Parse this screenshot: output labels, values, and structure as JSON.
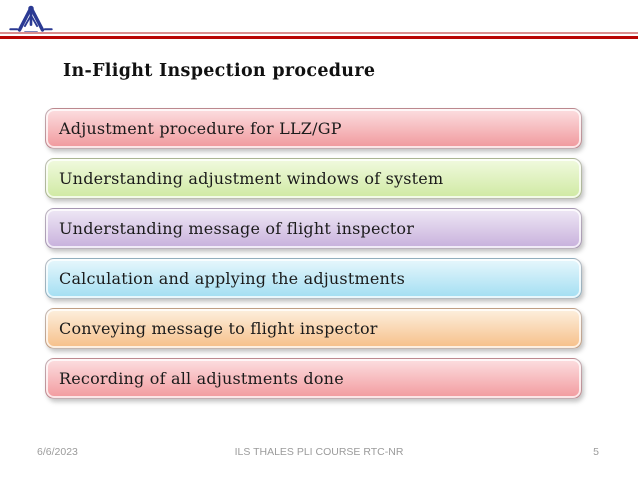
{
  "header": {
    "logo": "aai-airports-authority-of-india-logo",
    "logo_color": "#2b3a93",
    "rule_light_color": "#dc8f8f",
    "rule_dark_color": "#b90504",
    "title": "In-Flight Inspection procedure"
  },
  "boxes": [
    {
      "label": "Adjustment procedure for LLZ/GP",
      "color_top": "#fcdfe1",
      "color_bottom": "#f0989c"
    },
    {
      "label": "Understanding adjustment windows of system",
      "color_top": "#f1fadf",
      "color_bottom": "#cfe9a2"
    },
    {
      "label": "Understanding message of flight inspector",
      "color_top": "#efe8f5",
      "color_bottom": "#c7b0dc"
    },
    {
      "label": "Calculation and applying the adjustments",
      "color_top": "#e7f7fc",
      "color_bottom": "#a2def2"
    },
    {
      "label": "Conveying message to flight inspector",
      "color_top": "#fdf0df",
      "color_bottom": "#f6bf88"
    },
    {
      "label": "Recording of all adjustments done",
      "color_top": "#fcdfe1",
      "color_bottom": "#f29a9e"
    }
  ],
  "footer": {
    "date": "6/6/2023",
    "course": "ILS THALES PLI COURSE RTC-NR",
    "page": "5"
  }
}
